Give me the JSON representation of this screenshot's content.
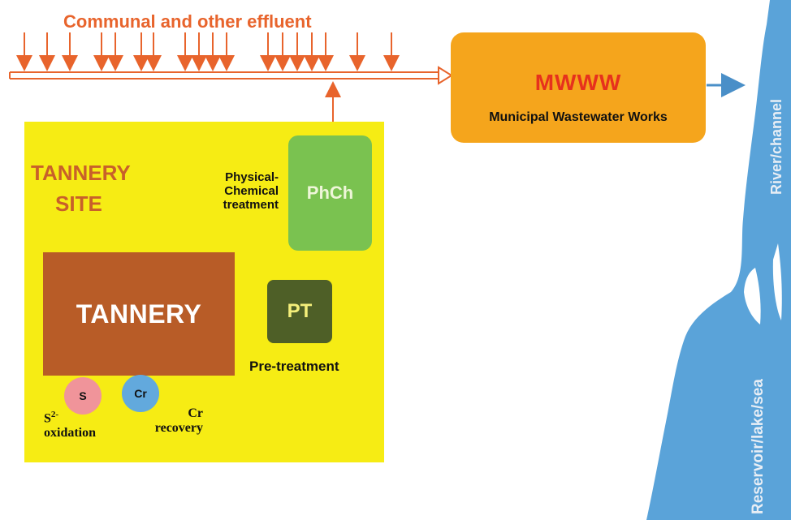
{
  "effluent": {
    "title": "Communal and other effluent"
  },
  "tannery_site": {
    "label_line1": "TANNERY",
    "label_line2": "SITE"
  },
  "tannery": {
    "label": "TANNERY"
  },
  "pretreatment": {
    "box_label": "PT",
    "caption": "Pre-treatment"
  },
  "physchem": {
    "box_label": "PhCh",
    "caption_line1": "Physical-",
    "caption_line2": "Chemical",
    "caption_line3": "treatment"
  },
  "sulfide": {
    "circle_label": "S",
    "caption_base": "S",
    "caption_sup": "2-",
    "caption_line2": "oxidation"
  },
  "chromium": {
    "circle_label": "Cr",
    "caption_line1": "Cr",
    "caption_line2": "recovery"
  },
  "mwww": {
    "acronym": "MWWW",
    "full_name": "Municipal Wastewater Works"
  },
  "water": {
    "river_label": "River/channel",
    "reservoir_label": "Reservoir/lake/sea"
  },
  "colors": {
    "effluent_orange": "#e8642c",
    "site_yellow": "#f6ec14",
    "tannery_brown": "#b85c27",
    "pt_green": "#4e5f27",
    "phch_green": "#7ac250",
    "mwww_orange": "#f5a51c",
    "mwww_red": "#e6311d",
    "water_blue": "#5aa3d9"
  }
}
